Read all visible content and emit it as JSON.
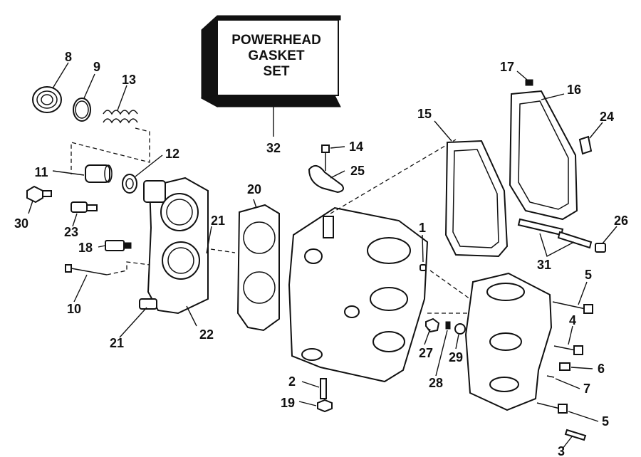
{
  "gasket_box": {
    "lines": [
      "POWERHEAD",
      "GASKET",
      "SET"
    ],
    "number": "32"
  },
  "callouts": [
    "1",
    "2",
    "3",
    "4",
    "5",
    "6",
    "7",
    "8",
    "9",
    "10",
    "11",
    "12",
    "13",
    "14",
    "15",
    "16",
    "17",
    "18",
    "19",
    "20",
    "21",
    "22",
    "23",
    "24",
    "25",
    "26",
    "27",
    "28",
    "29",
    "30",
    "31"
  ],
  "extra_callouts": {
    "c21b": "21",
    "c5b": "5"
  }
}
